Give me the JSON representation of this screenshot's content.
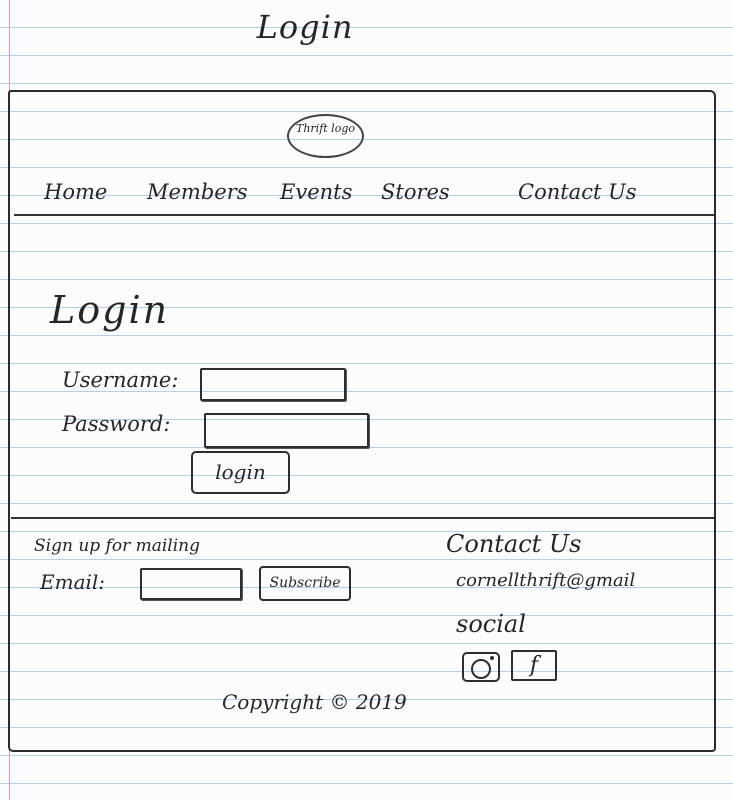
{
  "page": {
    "heading": "Login"
  },
  "header": {
    "logo_text": "Thrift logo",
    "nav": [
      {
        "label": "Home"
      },
      {
        "label": "Members"
      },
      {
        "label": "Events"
      },
      {
        "label": "Stores"
      },
      {
        "label": "Contact Us"
      }
    ]
  },
  "main": {
    "title": "Login",
    "username_label": "Username:",
    "username_value": "",
    "password_label": "Password:",
    "password_value": "",
    "login_button": "login"
  },
  "footer": {
    "mailing_heading": "Sign up for mailing",
    "email_label": "Email:",
    "email_value": "",
    "subscribe_button": "Subscribe",
    "contact_heading": "Contact Us",
    "contact_email": "cornellthrift@gmail",
    "social_heading": "social",
    "facebook_glyph": "f",
    "instagram_icon": "instagram-icon",
    "copyright": "Copyright © 2019"
  }
}
